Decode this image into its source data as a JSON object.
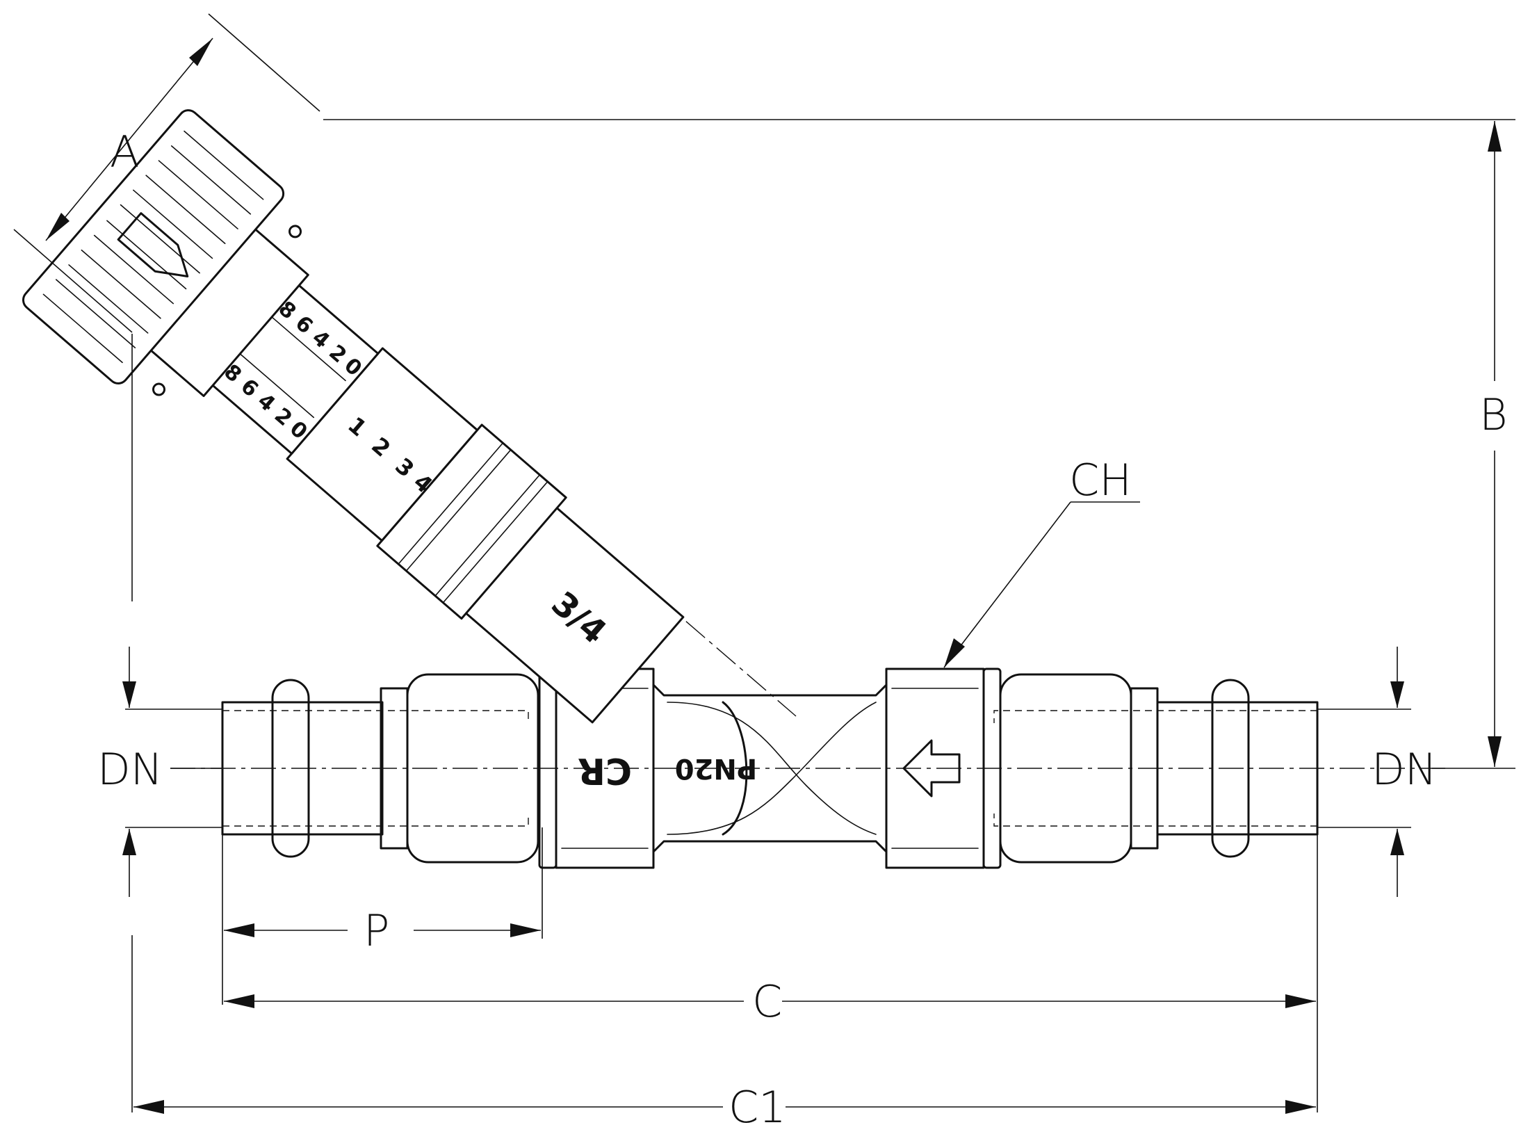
{
  "labels": {
    "dim_a": "A",
    "dim_b": "B",
    "dim_ch": "CH",
    "dim_dn_left": "DN",
    "dim_dn_right": "DN",
    "dim_p": "P",
    "dim_c": "C",
    "dim_c1": "C1"
  },
  "markings": {
    "size": "3/4",
    "pressure": "PN20",
    "brand": "CR",
    "scale_lower": [
      "1",
      "2",
      "3",
      "4"
    ],
    "scale_upper_left": [
      "0",
      "2",
      "4",
      "6",
      "8"
    ],
    "scale_upper_right": [
      "0",
      "2",
      "4",
      "6",
      "8"
    ]
  },
  "colors": {
    "line": "#111111",
    "background": "#ffffff"
  }
}
